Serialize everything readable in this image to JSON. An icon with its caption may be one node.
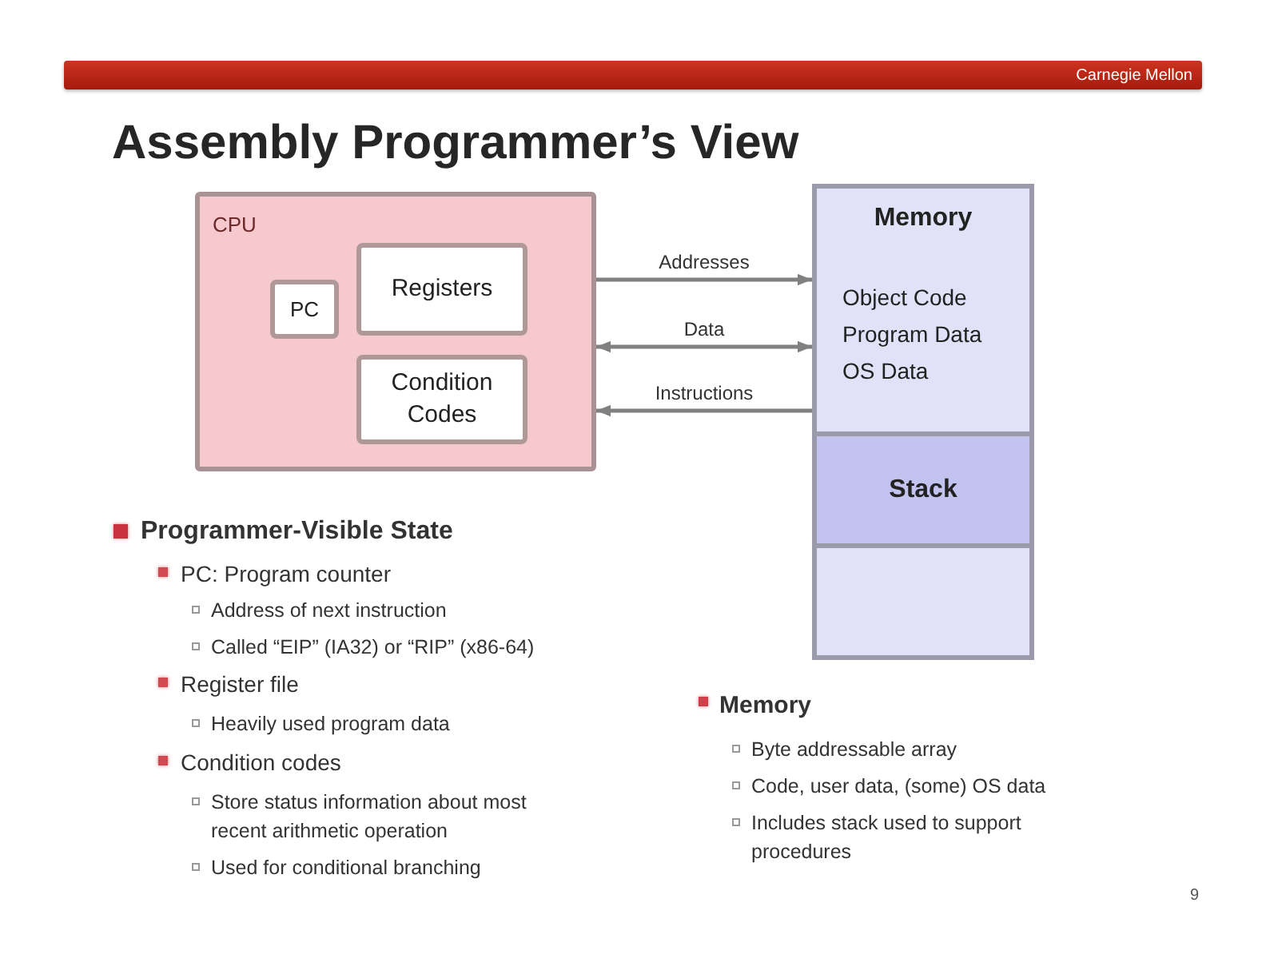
{
  "diagram": {
    "title": "Assembly Programmer’s View",
    "nodes": [
      {
        "text": [
          "CPU"
        ]
      },
      {
        "text": [
          "PC"
        ],
        "in": 0
      },
      {
        "text": [
          "Registers"
        ],
        "in": 0
      },
      {
        "text": [
          "Condition Codes"
        ],
        "in": 0
      },
      {
        "text": [
          "Memory",
          "Object Code Program Data OS Data"
        ]
      },
      {
        "text": [
          "Stack"
        ],
        "in": 4
      },
      {
        "text": [],
        "shape": "box",
        "in": 4
      }
    ],
    "edges": [
      {
        "from": 0,
        "to": 4,
        "label": "Addresses",
        "arrow": "to"
      },
      {
        "from": 0,
        "to": 4,
        "label": "Data",
        "arrow": "both"
      },
      {
        "from": 4,
        "to": 0,
        "label": "Instructions",
        "arrow": "to"
      }
    ],
    "labels": [
      "Carnegie Mellon",
      "Programmer-Visible State",
      "PC: Program counter",
      "Address of next instruction",
      "Called “EIP” (IA32) or “RIP” (x86-64)",
      "Register file",
      "Heavily used program data",
      "Condition codes",
      "Store status information about most recent arithmetic operation",
      "Used for conditional branching",
      "Memory",
      "Byte addressable array",
      "Code, user data, (some) OS data",
      "Includes stack used to support procedures",
      "9"
    ]
  }
}
